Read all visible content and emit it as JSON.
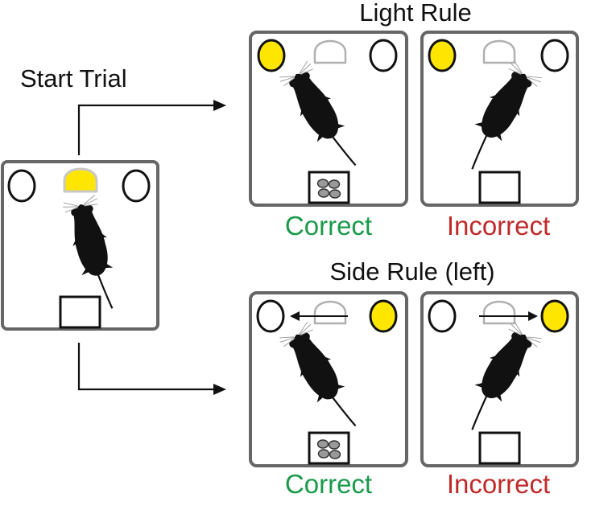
{
  "labels": {
    "start_trial": "Start Trial",
    "light_rule": "Light Rule",
    "side_rule": "Side Rule (left)",
    "light_correct": "Correct",
    "light_incorrect": "Incorrect",
    "side_correct": "Correct",
    "side_incorrect": "Incorrect"
  },
  "colors": {
    "correct": "#1a9a4a",
    "incorrect": "#c02a2a",
    "light_on": "#ffe600",
    "box_border": "#666666",
    "mouse": "#111111",
    "ghost_port": "#b0b0b0"
  },
  "icons": {
    "mouse": "mouse-silhouette-icon",
    "pellets": "food-pellet-icon",
    "light": "light-port-icon"
  }
}
